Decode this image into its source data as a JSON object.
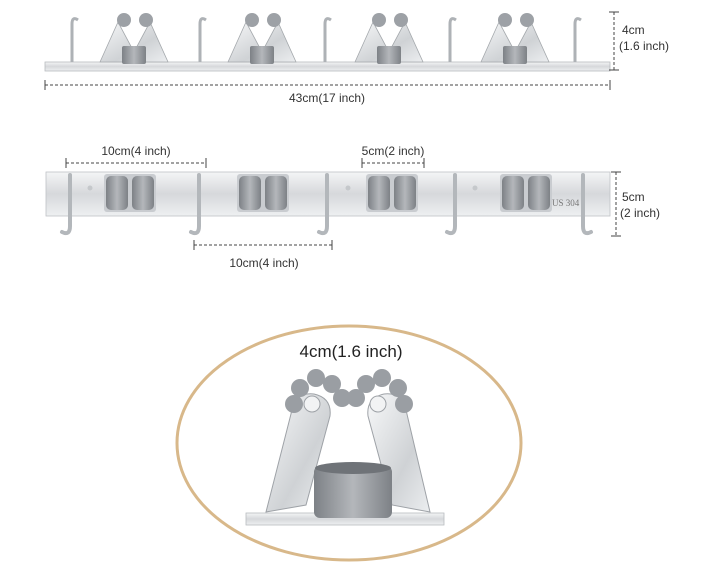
{
  "colors": {
    "steel": "#d9dbde",
    "steel_dark": "#a9adb2",
    "grey_part": "#8e9297",
    "grey_light": "#b9bcc0",
    "oval_border": "#d8b88a",
    "dim_line": "#444444"
  },
  "top_view": {
    "height_label": "4cm",
    "height_label_inch": "(1.6 inch)",
    "length_label": "43cm(17 inch)"
  },
  "front_view": {
    "holder_width_label": "10cm(4 inch)",
    "hook_gap_label": "5cm(2 inch)",
    "height_label": "5cm",
    "height_label_inch": "(2 inch)",
    "hook_spacing_label": "10cm(4 inch)",
    "engraving": "US 304"
  },
  "detail_view": {
    "width_label": "4cm(1.6 inch)"
  }
}
